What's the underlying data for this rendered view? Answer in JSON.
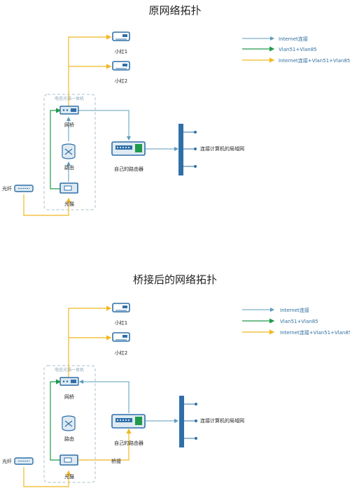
{
  "diagram1": {
    "title": "原网络拓扑",
    "group_label": "电信光猫一体机",
    "nodes": {
      "xiaohong1": "小红1",
      "xiaohong2": "小红2",
      "bridge": "网桥",
      "router": "路由",
      "modem": "光猫",
      "fiber": "光纤",
      "my_router": "自己的路由器",
      "lan": "连接计算机的局域网"
    },
    "legend": [
      {
        "label": "Internet连接",
        "color": "#5b9bbd"
      },
      {
        "label": "Vlan51+Vlan85",
        "color": "#1f9a4a"
      },
      {
        "label": "Internet连接+Vlan51+Vlan85",
        "color": "#f2b820"
      }
    ]
  },
  "diagram2": {
    "title": "桥接后的网络拓扑",
    "group_label": "电信光猫一体机",
    "nodes": {
      "xiaohong1": "小红1",
      "xiaohong2": "小红2",
      "bridge": "网桥",
      "router": "路由",
      "modem": "光猫",
      "fiber": "光纤",
      "my_router": "自己的路由器",
      "lan": "连接计算机的局域网",
      "bridge_link": "桥接"
    },
    "legend": [
      {
        "label": "Internet连接",
        "color": "#5b9bbd"
      },
      {
        "label": "Vlan51+Vlan85",
        "color": "#1f9a4a"
      },
      {
        "label": "Internet连接+Vlan51+Vlan85",
        "color": "#f2b820"
      }
    ]
  },
  "colors": {
    "internet": "#5b9bbd",
    "vlan": "#1f9a4a",
    "combined": "#f2b820",
    "device": "#2f6fa8",
    "group_border": "#a9bfc9"
  }
}
